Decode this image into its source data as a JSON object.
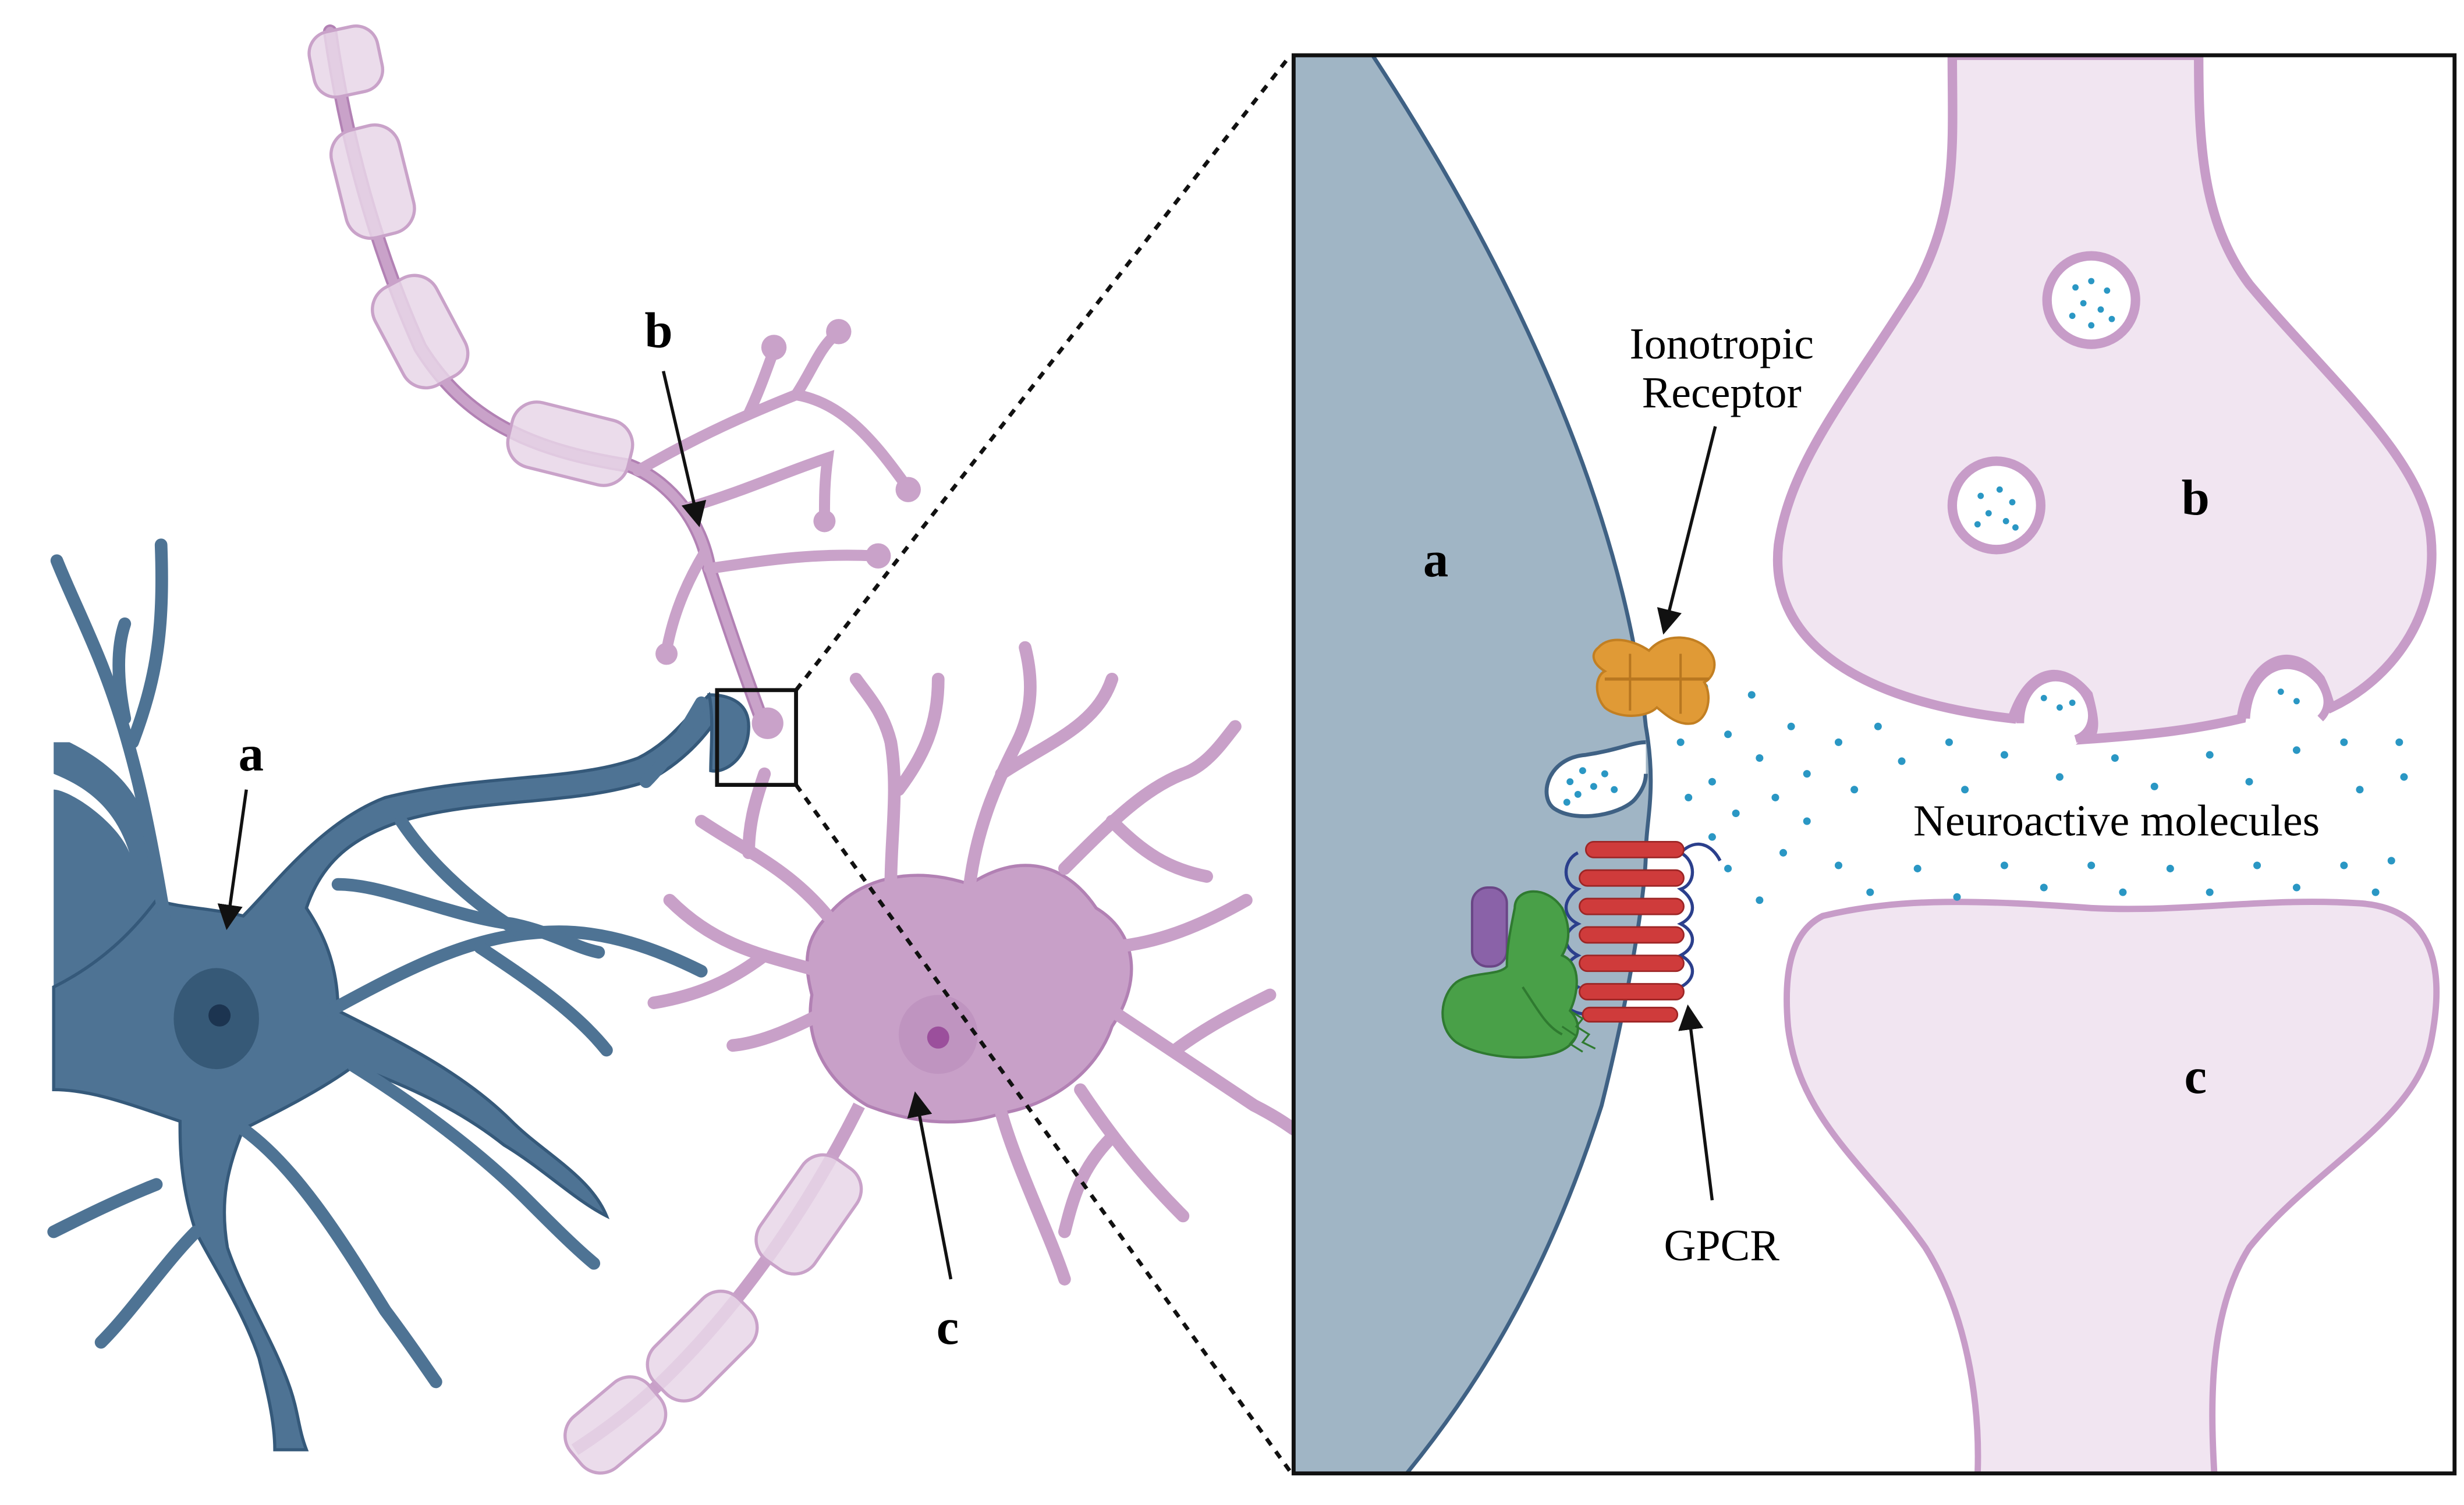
{
  "figure": {
    "overview": {
      "label_a": "a",
      "label_b": "b",
      "label_c": "c"
    },
    "zoom": {
      "label_a": "a",
      "label_b": "b",
      "label_c": "c",
      "ionotropic_line1": "Ionotropic",
      "ionotropic_line2": "Receptor",
      "gpcr": "GPCR",
      "neuroactive": "Neuroactive molecules"
    }
  },
  "colors": {
    "neuron_a": "#4e7394",
    "neuron_a_stroke": "#35597a",
    "neuron_a_nucleus": "#2f506e",
    "neuron_b": "#c9a2c9",
    "neuron_b_stroke": "#b281b4",
    "astro_c": "#c8a0c8",
    "myelin": "#e3cde3",
    "zoom_a_fill": "#a0b5c5",
    "zoom_pink_fill": "#f1e5f1",
    "molecule": "#2a97c4",
    "receptor": "#e09a36",
    "gpcr_helix": "#cf3b3b",
    "gprotein_green": "#49a048",
    "gprotein_purple": "#8a62a8"
  }
}
